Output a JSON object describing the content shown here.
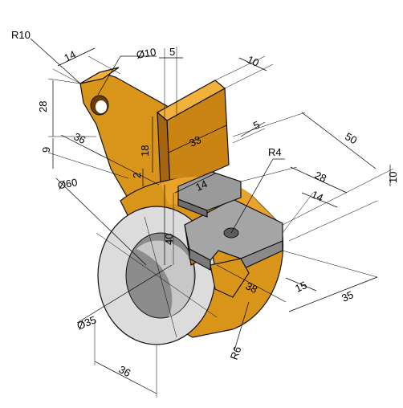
{
  "colors": {
    "body_orange": "#d9951a",
    "body_orange_dark": "#a5640f",
    "body_orange_light": "#f1b13a",
    "plate_gray": "#9a9a9a",
    "plate_gray_dark": "#6d6d6d",
    "ring_face": "#dcdcdc",
    "ring_inner": "#b8b8b8"
  },
  "dimensions": {
    "r10": "R10",
    "d14_top": "14",
    "phi10": "Ø10",
    "d5_top": "5",
    "d10_top": "10",
    "d28_left": "28",
    "d36_left": "36",
    "d9_left": "9",
    "d18": "18",
    "d2": "2",
    "d33": "33",
    "d5_right": "5",
    "d50": "50",
    "r4": "R4",
    "d28_right": "28",
    "d10_right": "10",
    "d14_slot": "14",
    "d14_right": "14",
    "phi60": "Ø60",
    "d40": "40",
    "d38": "38",
    "d15": "15",
    "d35": "35",
    "phi35": "Ø35",
    "r6": "R6",
    "d36_bottom": "36"
  }
}
